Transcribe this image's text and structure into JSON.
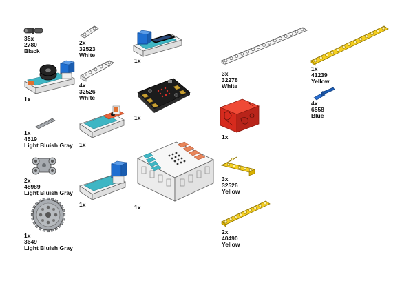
{
  "parts": [
    {
      "id": "pin-2780",
      "qty": "35x",
      "number": "2780",
      "color": "Black"
    },
    {
      "id": "beam-32523",
      "qty": "2x",
      "number": "32523",
      "color": "White"
    },
    {
      "id": "beam-32526-white",
      "qty": "4x",
      "number": "32526",
      "color": "White"
    },
    {
      "id": "axle-4519",
      "qty": "1x",
      "number": "4519",
      "color": "Light Bluish Gray"
    },
    {
      "id": "connector-48989",
      "qty": "2x",
      "number": "48989",
      "color": "Light Bluish Gray"
    },
    {
      "id": "gear-3649",
      "qty": "1x",
      "number": "3649",
      "color": "Light Bluish Gray"
    },
    {
      "id": "beam-32278",
      "qty": "3x",
      "number": "32278",
      "color": "White"
    },
    {
      "id": "beam-41239",
      "qty": "1x",
      "number": "41239",
      "color": "Yellow"
    },
    {
      "id": "axlepin-6558",
      "qty": "4x",
      "number": "6558",
      "color": "Blue"
    },
    {
      "id": "beam-32526-yellow",
      "qty": "3x",
      "number": "32526",
      "color": "Yellow"
    },
    {
      "id": "beam-40490",
      "qty": "2x",
      "number": "40490",
      "color": "Yellow"
    }
  ],
  "modules": [
    {
      "id": "buzzer-module",
      "qty": "1x"
    },
    {
      "id": "oled-module",
      "qty": "1x"
    },
    {
      "id": "microbit-board",
      "qty": "1x"
    },
    {
      "id": "sensor-module",
      "qty": "1x"
    },
    {
      "id": "motor-module",
      "qty": "1x"
    },
    {
      "id": "expansion-board",
      "qty": "1x"
    },
    {
      "id": "servo-motor",
      "qty": "1x"
    }
  ],
  "colors": {
    "white_part": "#f4f4f4",
    "yellow_part": "#f5cf1f",
    "blue_part": "#1e5fb8",
    "gray_part": "#9a9ea3",
    "black_part": "#3a3a3a",
    "red_part": "#d62b1e",
    "teal_module": "#38b6c4",
    "microbit_black": "#1a1a1a",
    "gold_pad": "#c9a032"
  }
}
